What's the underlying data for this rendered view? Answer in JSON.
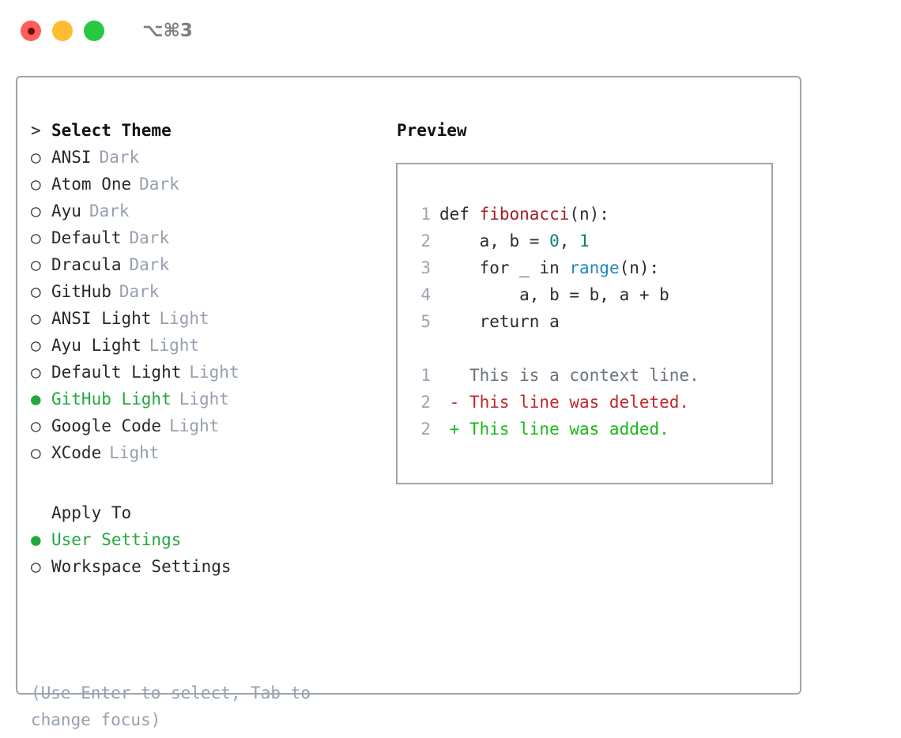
{
  "titlebar": {
    "shortcut": "⌥⌘3",
    "lights": [
      {
        "name": "close",
        "color": "#fc5f5a"
      },
      {
        "name": "minimize",
        "color": "#febc2e"
      },
      {
        "name": "zoom",
        "color": "#28c840"
      }
    ]
  },
  "colors": {
    "selected_green": "#22a83f",
    "muted": "#96a0ad",
    "border": "#9aa5b1",
    "text": "#24292e",
    "syntax_function": "#a41e22",
    "syntax_number": "#0e8174",
    "syntax_call": "#1f87c4",
    "diff_add": "#18b818",
    "diff_del": "#c0282d",
    "diff_context": "#6a737d"
  },
  "theme_list": {
    "header_prefix": ">",
    "header": "Select Theme",
    "bullet_unselected": "○",
    "bullet_selected": "●",
    "items": [
      {
        "name": "ANSI",
        "variant": "Dark",
        "selected": false
      },
      {
        "name": "Atom One",
        "variant": "Dark",
        "selected": false
      },
      {
        "name": "Ayu",
        "variant": "Dark",
        "selected": false
      },
      {
        "name": "Default",
        "variant": "Dark",
        "selected": false
      },
      {
        "name": "Dracula",
        "variant": "Dark",
        "selected": false
      },
      {
        "name": "GitHub",
        "variant": "Dark",
        "selected": false
      },
      {
        "name": "ANSI Light",
        "variant": "Light",
        "selected": false
      },
      {
        "name": "Ayu Light",
        "variant": "Light",
        "selected": false
      },
      {
        "name": "Default Light",
        "variant": "Light",
        "selected": false
      },
      {
        "name": "GitHub Light",
        "variant": "Light",
        "selected": true
      },
      {
        "name": "Google Code",
        "variant": "Light",
        "selected": false
      },
      {
        "name": "XCode",
        "variant": "Light",
        "selected": false
      }
    ]
  },
  "apply_to": {
    "header": "Apply To",
    "items": [
      {
        "name": "User Settings",
        "selected": true
      },
      {
        "name": "Workspace Settings",
        "selected": false
      }
    ]
  },
  "hint": {
    "line1": "(Use Enter to select, Tab to",
    "line2": "change focus)"
  },
  "preview": {
    "title": "Preview",
    "code_lines": [
      {
        "num": "1",
        "segments": [
          {
            "text": "def ",
            "style": "plain"
          },
          {
            "text": "fibonacci",
            "style": "fn"
          },
          {
            "text": "(n):",
            "style": "plain"
          }
        ]
      },
      {
        "num": "2",
        "segments": [
          {
            "text": "    a, b = ",
            "style": "plain"
          },
          {
            "text": "0",
            "style": "num"
          },
          {
            "text": ", ",
            "style": "plain"
          },
          {
            "text": "1",
            "style": "num"
          }
        ]
      },
      {
        "num": "3",
        "segments": [
          {
            "text": "    for _ in ",
            "style": "plain"
          },
          {
            "text": "range",
            "style": "call"
          },
          {
            "text": "(n):",
            "style": "plain"
          }
        ]
      },
      {
        "num": "4",
        "segments": [
          {
            "text": "        a, b = b, a + b",
            "style": "plain"
          }
        ]
      },
      {
        "num": "5",
        "segments": [
          {
            "text": "    return a",
            "style": "plain"
          }
        ]
      }
    ],
    "diff_lines": [
      {
        "num": "1",
        "marker": " ",
        "text": " This is a context line.",
        "kind": "context"
      },
      {
        "num": "2",
        "marker": "-",
        "text": " This line was deleted.",
        "kind": "del"
      },
      {
        "num": "2",
        "marker": "+",
        "text": " This line was added.",
        "kind": "add"
      }
    ]
  }
}
